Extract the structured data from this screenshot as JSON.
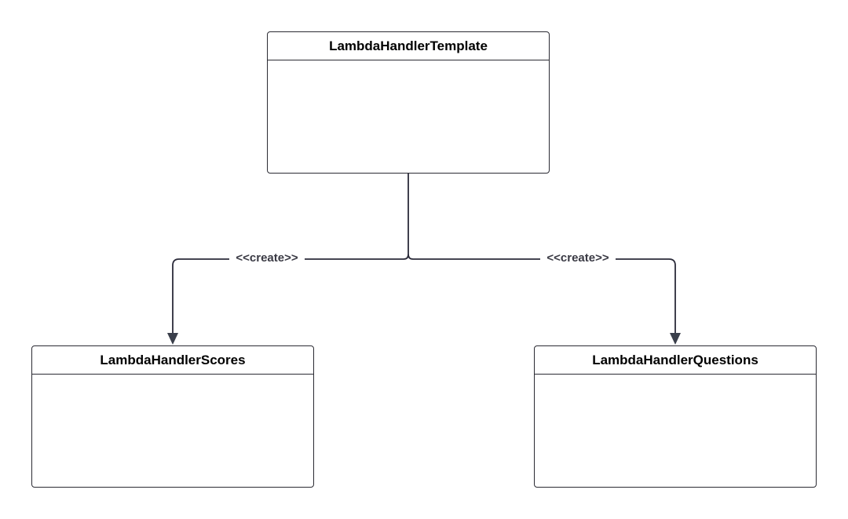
{
  "diagram": {
    "type": "uml-class-diagram",
    "classes": [
      {
        "id": "template",
        "name": "LambdaHandlerTemplate"
      },
      {
        "id": "scores",
        "name": "LambdaHandlerScores"
      },
      {
        "id": "questions",
        "name": "LambdaHandlerQuestions"
      }
    ],
    "relations": [
      {
        "from": "template",
        "to": "scores",
        "label": "<<create>>"
      },
      {
        "from": "template",
        "to": "questions",
        "label": "<<create>>"
      }
    ],
    "colors": {
      "line": "#2b2b33",
      "label": "#3a3a44",
      "background": "#ffffff"
    }
  }
}
